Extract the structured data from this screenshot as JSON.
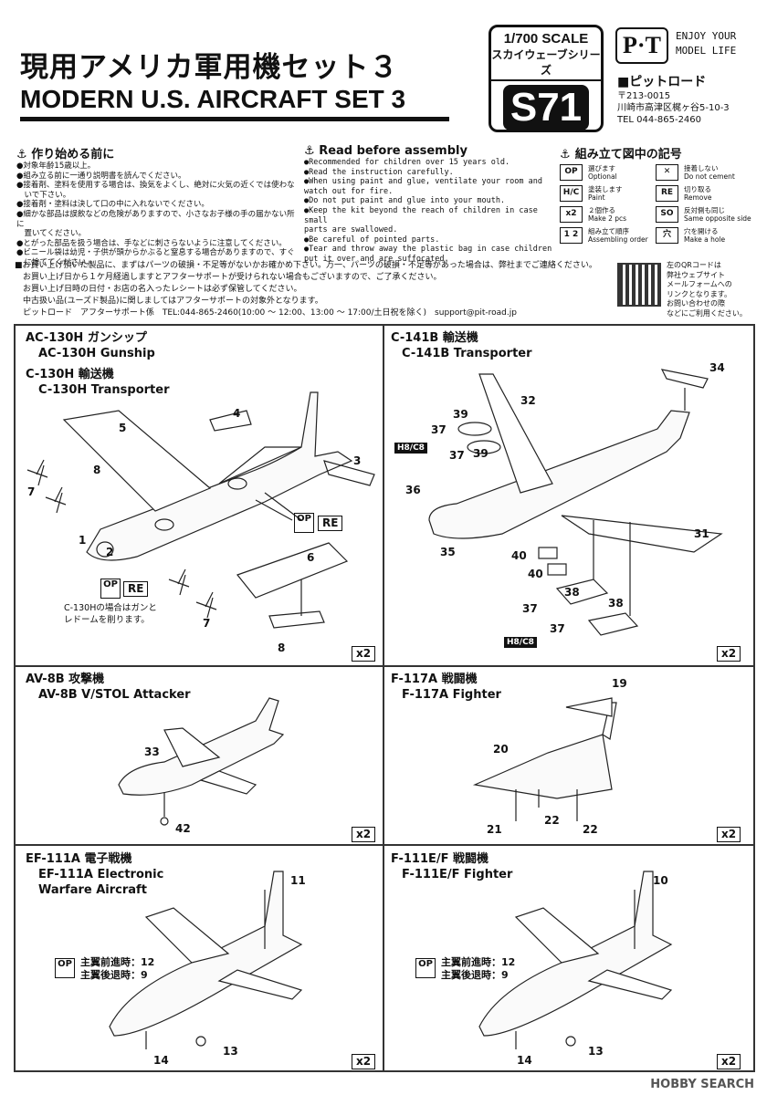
{
  "header": {
    "title_jp": "現用アメリカ軍用機セット３",
    "title_en": "MODERN U.S. AIRCRAFT SET 3",
    "scale": "1/700 SCALE",
    "series": "スカイウェーブシリーズ",
    "code": "S71",
    "logo": "P·T",
    "tagline1": "ENJOY YOUR",
    "tagline2": "MODEL LIFE",
    "maker": "■ピットロード",
    "addr1": "〒213-0015",
    "addr2": "川崎市高津区梶ヶ谷5-10-3",
    "tel": "TEL 044-865-2460"
  },
  "jp_section": {
    "title": "作り始める前に",
    "lines": [
      "●対象年齢15歳以上。",
      "●組み立る前に一通り説明書を読んでください。",
      "●接着剤、塗料を使用する場合は、換気をよくし、絶対に火気の近くでは使わな",
      "　いで下さい。",
      "●接着剤・塗料は決して口の中に入れないでください。",
      "●細かな部品は誤飲などの危険がありますので、小さなお子様の手の届かない所に",
      "　置いてください。",
      "●とがった部品を扱う場合は、手などに刺さらないように注意してください。",
      "●ビニール袋は幼児・子供が頭からかぶると窒息する場合がありますので、すぐ",
      "　に捨ててください。"
    ]
  },
  "en_section": {
    "title": "Read before assembly",
    "lines": [
      "●Recommended for children over 15 years old.",
      "●Read the instruction carefully.",
      "●When using paint and glue, ventilate your room and",
      "  watch out for fire.",
      "●Do not put paint and glue into your mouth.",
      "●Keep the kit beyond the reach of children in case small",
      "  parts are swallowed.",
      "●Be careful of pointed parts.",
      "●Tear and throw away the plastic bag in case children",
      "  put it over and are suffocated."
    ]
  },
  "symbols": {
    "title": "組み立て図中の記号",
    "items": [
      {
        "box": "OP",
        "jp": "選びます",
        "en": "Optional"
      },
      {
        "box": "✕",
        "jp": "接着しない",
        "en": "Do not cement"
      },
      {
        "box": "H/C",
        "jp": "塗装します",
        "en": "Paint"
      },
      {
        "box": "RE",
        "jp": "切り取る",
        "en": "Remove"
      },
      {
        "box": "x2",
        "jp": "２個作る",
        "en": "Make 2 pcs"
      },
      {
        "box": "SO",
        "jp": "反対側も同じ",
        "en": "Same opposite side"
      },
      {
        "box": "1 2",
        "jp": "組み立て順序",
        "en": "Assembling order"
      },
      {
        "box": "穴",
        "jp": "穴を開ける",
        "en": "Make a hole"
      }
    ]
  },
  "notice": {
    "lines": [
      "■お買い上げ頂いた製品に、まずはパーツの破損・不足等がないかお確かめ下さい。万一、パーツの破損・不足等があった場合は、弊社までご連絡ください。",
      "　お買い上げ日から１ケ月経過しますとアフターサポートが受けられない場合もございますので、ご了承ください。",
      "　お買い上げ日時の日付・お店の名入ったレシートは必ず保管してください。",
      "　中古扱い品(ユーズド製品)に関しましてはアフターサポートの対象外となります。",
      "　ピットロード　アフターサポート係　TEL:044-865-2460(10:00 〜 12:00、13:00 〜 17:00/土日祝を除く)　support@pit-road.jp"
    ],
    "qr_text": [
      "左のQRコードは",
      "弊社ウェブサイト",
      "メールフォームへの",
      "リンクとなります。",
      "お問い合わせの際",
      "などにご利用ください。"
    ]
  },
  "panels": {
    "c130": {
      "title1": "AC-130H ガンシップ",
      "title2": "AC-130H Gunship",
      "title3": "C-130H 輸送機",
      "title4": "C-130H Transporter",
      "note1": "C-130Hの場合はガンと",
      "note2": "レドームを削ります。",
      "op": "OP",
      "re": "RE",
      "qty": "x2",
      "nums": {
        "n1": "1",
        "n2": "2",
        "n3": "3",
        "n4": "4",
        "n5": "5",
        "n6": "6",
        "n7": "7",
        "n8": "8"
      }
    },
    "c141": {
      "title1": "C-141B 輸送機",
      "title2": "C-141B Transporter",
      "paint": "H8/C8",
      "qty": "x2",
      "nums": {
        "n31": "31",
        "n32": "32",
        "n34": "34",
        "n35": "35",
        "n36": "36",
        "n37": "37",
        "n38": "38",
        "n39": "39",
        "n40": "40"
      }
    },
    "av8": {
      "title1": "AV-8B 攻撃機",
      "title2": "AV-8B V/STOL Attacker",
      "qty": "x2",
      "nums": {
        "n33": "33",
        "n42": "42"
      }
    },
    "f117": {
      "title1": "F-117A 戦闘機",
      "title2": "F-117A  Fighter",
      "qty": "x2",
      "nums": {
        "n19": "19",
        "n20": "20",
        "n21": "21",
        "n22": "22"
      }
    },
    "ef111": {
      "title1": "EF-111A 電子戦機",
      "title2": "EF-111A Electronic",
      "title3": "Warfare Aircraft",
      "op": "OP",
      "opt1": "主翼前進時：12",
      "opt2": "主翼後退時：9",
      "qty": "x2",
      "nums": {
        "n11": "11",
        "n13": "13",
        "n14": "14"
      }
    },
    "f111": {
      "title1": "F-111E/F 戦闘機",
      "title2": "F-111E/F Fighter",
      "op": "OP",
      "opt1": "主翼前進時：12",
      "opt2": "主翼後退時：9",
      "qty": "x2",
      "nums": {
        "n10": "10",
        "n13": "13",
        "n14": "14"
      }
    }
  },
  "footer": "HOBBY SEARCH"
}
